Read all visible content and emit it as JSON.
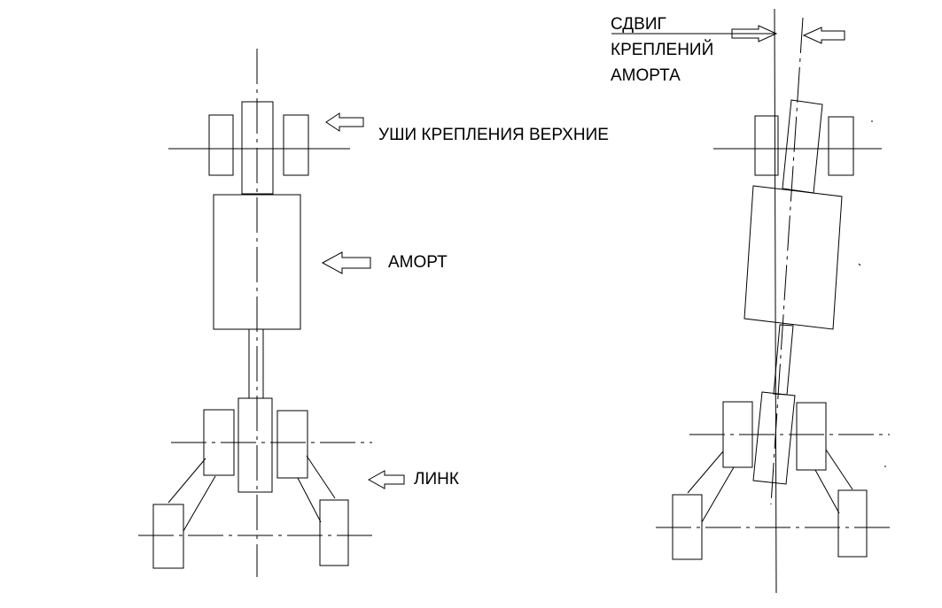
{
  "labels": {
    "upper_mounts": "УШИ КРЕПЛЕНИЯ ВЕРХНИЕ",
    "shock": "АМОРТ",
    "link": "ЛИНК",
    "offset_line1": "СДВИГ",
    "offset_line2": "КРЕПЛЕНИЙ",
    "offset_line3": "АМОРТА"
  },
  "colors": {
    "stroke": "#000000",
    "background": "#ffffff"
  }
}
